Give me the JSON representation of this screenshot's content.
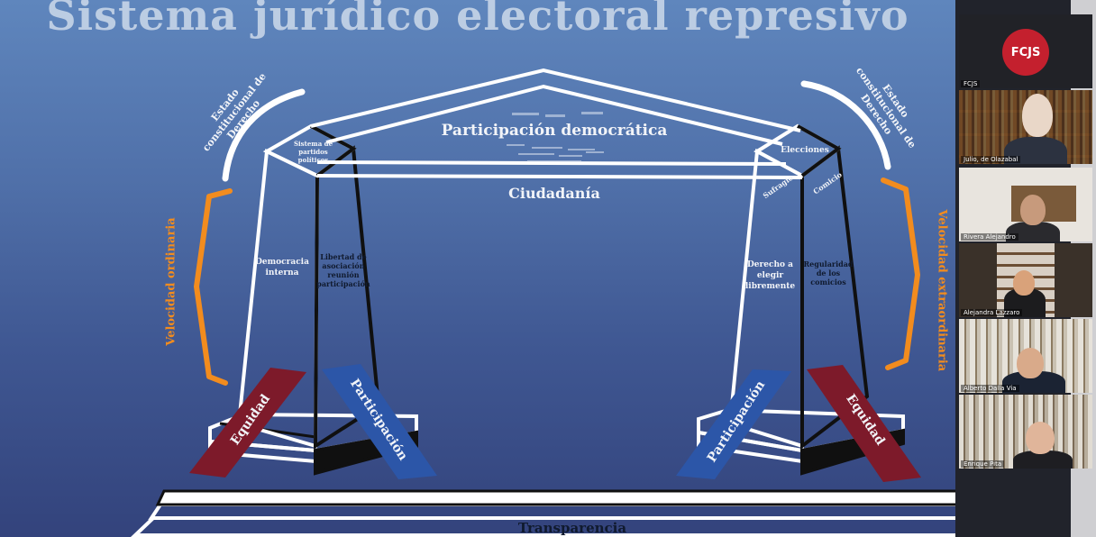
{
  "slide": {
    "title": "Sistema jurídico electoral represivo",
    "left_arc_label": "Estado constitucional de Derecho",
    "right_arc_label": "Estado constitucional de Derecho",
    "left_bracket_label": "Velocidad ordinaria",
    "right_bracket_label": "Velocidad extraordinaria",
    "roof_label": "Participación democrática",
    "beam_label": "Ciudadanía",
    "left_capital_label": "Sistema de partidos políticos",
    "right_capital_label": "Elecciones",
    "left_pillar_front": "Democracia interna",
    "left_pillar_side": "Libertad de asociación reunión participación",
    "right_pillar_front": "Derecho a elegir libremente",
    "right_pillar_side": "Regularidad de los comicios",
    "right_capital_front": "Sufragio",
    "right_capital_side": "Comicio",
    "left_red_band": "Equidad",
    "left_blue_band": "Participación",
    "right_blue_band": "Participación",
    "right_red_band": "Equidad",
    "base_label": "Transparencia"
  },
  "participants": [
    {
      "name": "FCJS",
      "avatar_text": "FCJS"
    },
    {
      "name": "Julio, de Olazabal"
    },
    {
      "name": "Rivera Alejandro"
    },
    {
      "name": "Alejandra Lazzaro"
    },
    {
      "name": "Alberto Dalla Via"
    },
    {
      "name": "Enrique Pita"
    }
  ],
  "colors": {
    "accent_orange": "#f28c1e",
    "band_red": "#7d1a2a",
    "band_blue": "#2c56a8",
    "fcjs_red": "#c4202e"
  }
}
